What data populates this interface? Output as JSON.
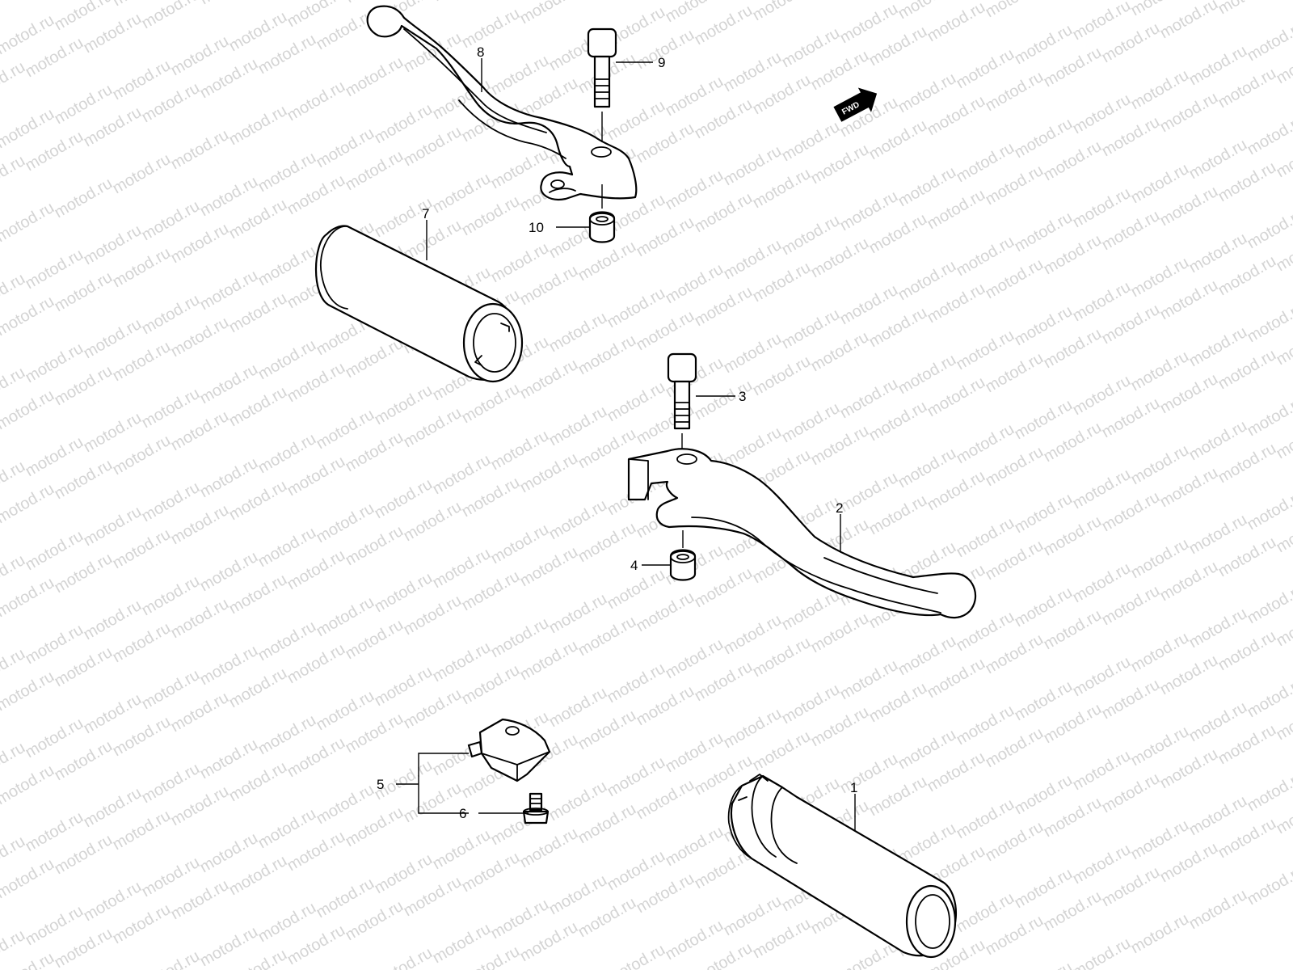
{
  "watermark": {
    "text": "motod.ru"
  },
  "direction_marker": {
    "label": "FWD"
  },
  "callouts": [
    {
      "id": "1",
      "label": "1"
    },
    {
      "id": "2",
      "label": "2"
    },
    {
      "id": "3",
      "label": "3"
    },
    {
      "id": "4",
      "label": "4"
    },
    {
      "id": "5",
      "label": "5"
    },
    {
      "id": "6",
      "label": "6"
    },
    {
      "id": "7",
      "label": "7"
    },
    {
      "id": "8",
      "label": "8"
    },
    {
      "id": "9",
      "label": "9"
    },
    {
      "id": "10",
      "label": "10"
    }
  ],
  "colors": {
    "line": "#000000",
    "background": "#ffffff",
    "watermark": "#d4d4d4"
  }
}
